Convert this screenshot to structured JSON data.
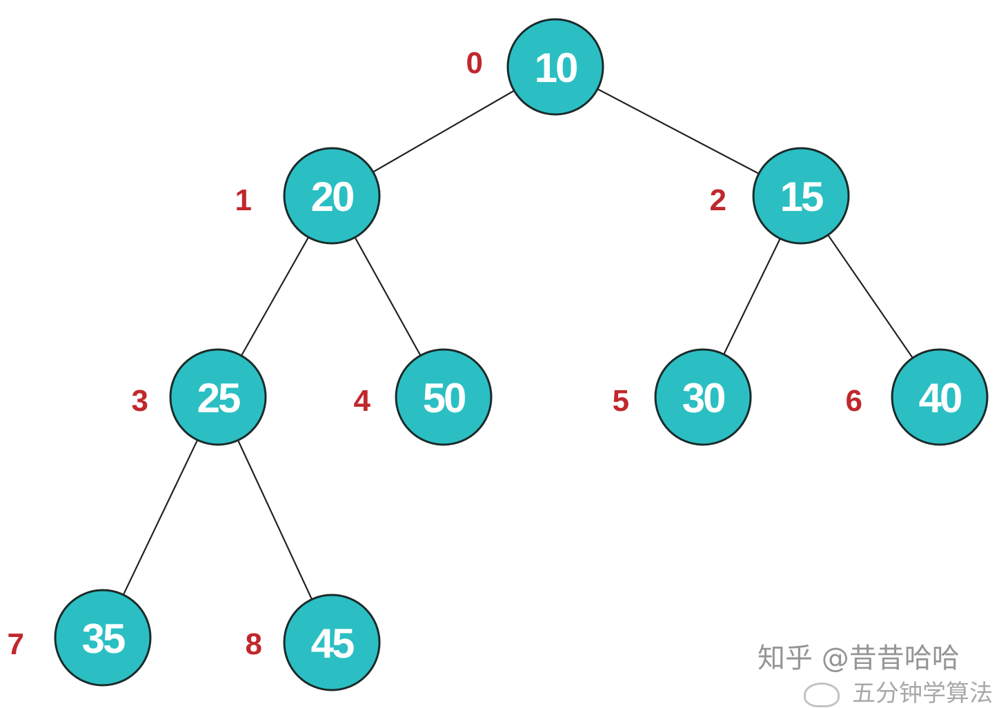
{
  "colors": {
    "node_fill": "#2bbfc3",
    "index_label": "#c0282d",
    "edge": "#222222"
  },
  "nodes": [
    {
      "index": "0",
      "value": "10"
    },
    {
      "index": "1",
      "value": "20"
    },
    {
      "index": "2",
      "value": "15"
    },
    {
      "index": "3",
      "value": "25"
    },
    {
      "index": "4",
      "value": "50"
    },
    {
      "index": "5",
      "value": "30"
    },
    {
      "index": "6",
      "value": "40"
    },
    {
      "index": "7",
      "value": "35"
    },
    {
      "index": "8",
      "value": "45"
    }
  ],
  "edges": [
    [
      0,
      1
    ],
    [
      0,
      2
    ],
    [
      1,
      3
    ],
    [
      1,
      4
    ],
    [
      2,
      5
    ],
    [
      2,
      6
    ],
    [
      3,
      7
    ],
    [
      3,
      8
    ]
  ],
  "watermark": {
    "main": "知乎 @昔昔哈哈",
    "sub": "五分钟学算法",
    "icon": "wechat-icon"
  }
}
